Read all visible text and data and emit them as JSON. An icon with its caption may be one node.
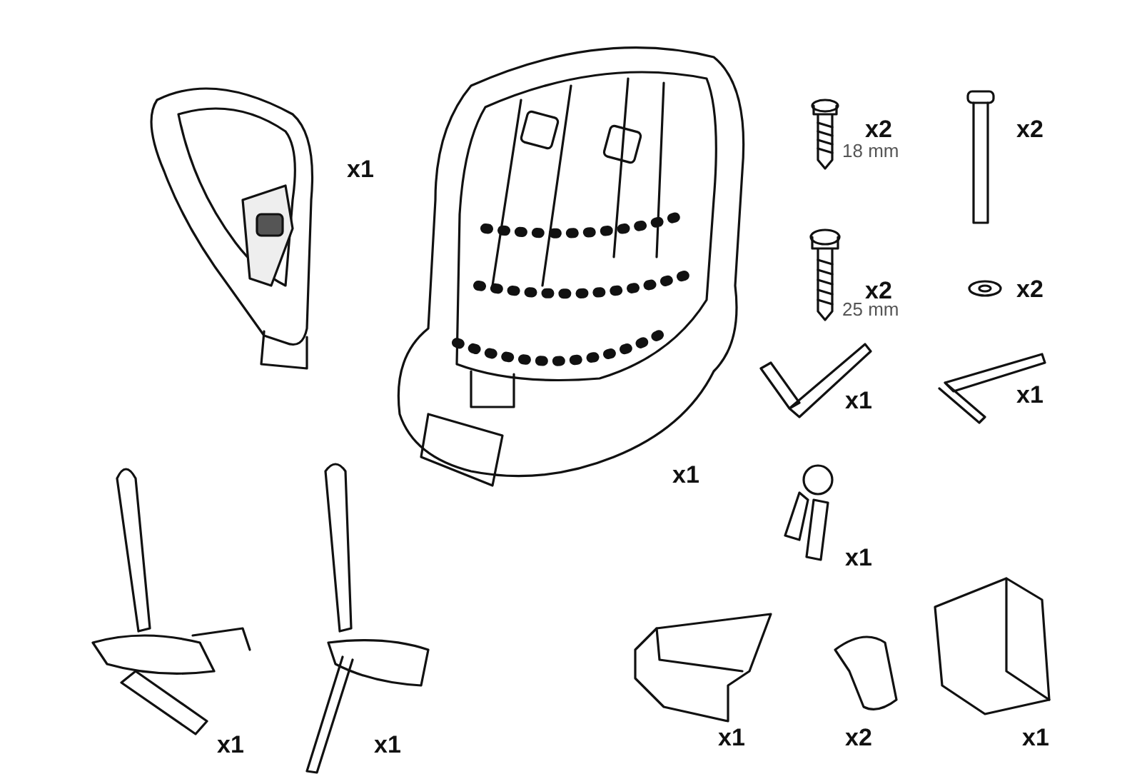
{
  "diagram": {
    "labels": [
      "x1",
      "x2",
      "18 mm",
      "x2",
      "x2",
      "25 mm",
      "x2",
      "x1",
      "x1",
      "x1",
      "x1",
      "x1",
      "x1",
      "x1",
      "x2",
      "x1"
    ]
  }
}
